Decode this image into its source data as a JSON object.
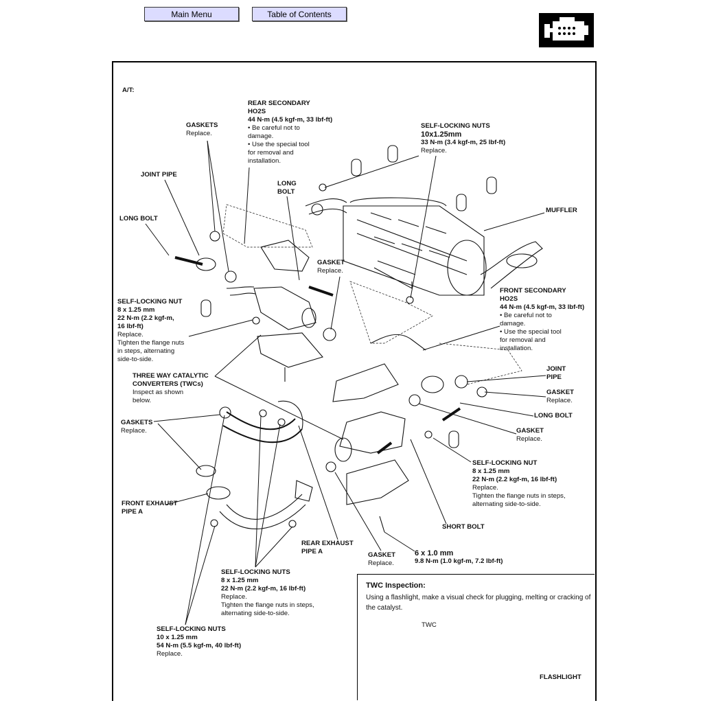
{
  "nav": {
    "main_menu": "Main Menu",
    "toc": "Table of Contents"
  },
  "header": {
    "logo_icon": "engine-icon"
  },
  "diagram": {
    "variant": "A/T:",
    "rear_ho2s": {
      "title1": "REAR SECONDARY",
      "title2": "HO2S",
      "spec": "44 N-m (4.5 kgf-m, 33 lbf-ft)",
      "n1": "• Be careful not to",
      "n2": "  damage.",
      "n3": "• Use the special tool",
      "n4": "  for removal and",
      "n5": "  installation."
    },
    "gaskets_top": {
      "title": "GASKETS",
      "note": "Replace."
    },
    "joint_pipe_left": "JOINT PIPE",
    "long_bolt_mid": {
      "l1": "LONG",
      "l2": "BOLT"
    },
    "long_bolt_left": "LONG BOLT",
    "nuts_top_right": {
      "title": "SELF-LOCKING NUTS",
      "size": "10x1.25mm",
      "spec": "33 N-m (3.4 kgf-m, 25 lbf-ft)",
      "note": "Replace."
    },
    "muffler": "MUFFLER",
    "gasket_mid": {
      "title": "GASKET",
      "note": "Replace."
    },
    "nut_left": {
      "title": "SELF-LOCKING NUT",
      "size": "8 x 1.25 mm",
      "spec1": "22 N-m (2.2 kgf-m,",
      "spec2": "16 lbf-ft)",
      "n1": "Replace.",
      "n2": "Tighten the flange nuts",
      "n3": "in steps, alternating",
      "n4": "side-to-side."
    },
    "front_ho2s": {
      "title1": "FRONT SECONDARY",
      "title2": "HO2S",
      "spec": "44 N-m (4.5 kgf-m, 33 lbf-ft)",
      "n1": "• Be careful not to",
      "n2": "  damage.",
      "n3": "• Use the special tool",
      "n4": "  for removal and",
      "n5": "  installation."
    },
    "twc": {
      "t1": "THREE WAY CATALYTIC",
      "t2": "CONVERTERS (TWCs)",
      "n1": "Inspect as shown",
      "n2": "below."
    },
    "joint_pipe_right": {
      "l1": "JOINT",
      "l2": "PIPE"
    },
    "gasket_right1": {
      "title": "GASKET",
      "note": "Replace."
    },
    "long_bolt_right": "LONG BOLT",
    "gasket_right2": {
      "title": "GASKET",
      "note": "Replace."
    },
    "gaskets_left": {
      "title": "GASKETS",
      "note": "Replace."
    },
    "nut_right": {
      "title": "SELF-LOCKING NUT",
      "size": "8 x 1.25 mm",
      "spec": "22 N-m (2.2 kgf-m, 16 lbf-ft)",
      "n1": "Replace.",
      "n2": "Tighten the flange nuts in steps,",
      "n3": "alternating side-to-side."
    },
    "front_exhaust": {
      "l1": "FRONT EXHAUST",
      "l2": "PIPE A"
    },
    "short_bolt": "SHORT BOLT",
    "rear_exhaust": {
      "l1": "REAR EXHAUST",
      "l2": "PIPE A"
    },
    "gasket_bottom": {
      "title": "GASKET",
      "note": "Replace."
    },
    "bolt_6": {
      "size": "6 x 1.0 mm",
      "spec": "9.8 N-m (1.0 kgf-m, 7.2 lbf-ft)"
    },
    "nuts_bottom_mid": {
      "title": "SELF-LOCKING NUTS",
      "size": "8 x 1.25 mm",
      "spec": "22 N-m (2.2 kgf-m, 16 lbf-ft)",
      "n1": "Replace.",
      "n2": "Tighten the flange nuts in steps,",
      "n3": "alternating side-to-side."
    },
    "nuts_bottom_left": {
      "title": "SELF-LOCKING NUTS",
      "size": "10 x 1.25 mm",
      "spec": "54 N-m (5.5 kgf-m, 40 lbf-ft)",
      "note": "Replace."
    }
  },
  "twc_inspection": {
    "title": "TWC Inspection:",
    "text": "Using a flashlight, make a visual check for plugging, melting or cracking of the catalyst.",
    "twc_label": "TWC",
    "flashlight_label": "FLASHLIGHT"
  }
}
